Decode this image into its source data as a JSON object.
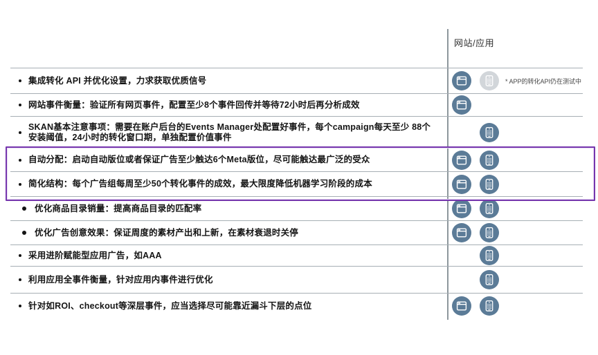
{
  "header": {
    "column_label": "网站/应用"
  },
  "colors": {
    "icon_blue": "#5b7b97",
    "icon_muted": "#d2d6da",
    "separator": "#a6aeb4",
    "divider": "#8d969c",
    "highlight_purple": "#7535ad"
  },
  "icon_legend": {
    "web": "browser-window-icon",
    "app": "mobile-phone-icon"
  },
  "rows": [
    {
      "text": "集成转化 API 并优化设置，力求获取优质信号",
      "bullet": "small",
      "web": "on",
      "app": "muted",
      "note": "* APP的转化API仍在测试中",
      "highlighted": false
    },
    {
      "text": "网站事件衡量：验证所有网页事件，配置至少8个事件回传并等待72小时后再分析成效",
      "bullet": "small",
      "web": "on",
      "app": "off",
      "note": "",
      "highlighted": false
    },
    {
      "text": "SKAN基本注意事项：需要在账户后台的Events Manager处配置好事件，每个campaign每天至少 88个安装阈值，24小时的转化窗口期，单独配置价值事件",
      "bullet": "small",
      "web": "off",
      "app": "on",
      "note": "",
      "highlighted": false
    },
    {
      "text": "自动分配：启动自动版位或者保证广告至少触达6个Meta版位，尽可能触达最广泛的受众",
      "bullet": "small",
      "web": "on",
      "app": "on",
      "note": "",
      "highlighted": true
    },
    {
      "text": "简化结构：每个广告组每周至少50个转化事件的成效，最大限度降低机器学习阶段的成本",
      "bullet": "small",
      "web": "on",
      "app": "on",
      "note": "",
      "highlighted": true
    },
    {
      "text": "优化商品目录销量：提高商品目录的匹配率",
      "bullet": "large",
      "web": "on",
      "app": "on",
      "note": "",
      "highlighted": false
    },
    {
      "text": "优化广告创意效果：保证周度的素材产出和上新，在素材衰退时关停",
      "bullet": "large",
      "web": "on",
      "app": "on",
      "note": "",
      "highlighted": false
    },
    {
      "text": "采用进阶赋能型应用广告，如AAA",
      "bullet": "small",
      "web": "off",
      "app": "on",
      "note": "",
      "highlighted": false
    },
    {
      "text": "利用应用全事件衡量，针对应用内事件进行优化",
      "bullet": "small",
      "web": "off",
      "app": "on",
      "note": "",
      "highlighted": false
    },
    {
      "text": "针对如ROI、checkout等深层事件，应当选择尽可能靠近漏斗下层的点位",
      "bullet": "small",
      "web": "on",
      "app": "on",
      "note": "",
      "highlighted": false
    }
  ]
}
